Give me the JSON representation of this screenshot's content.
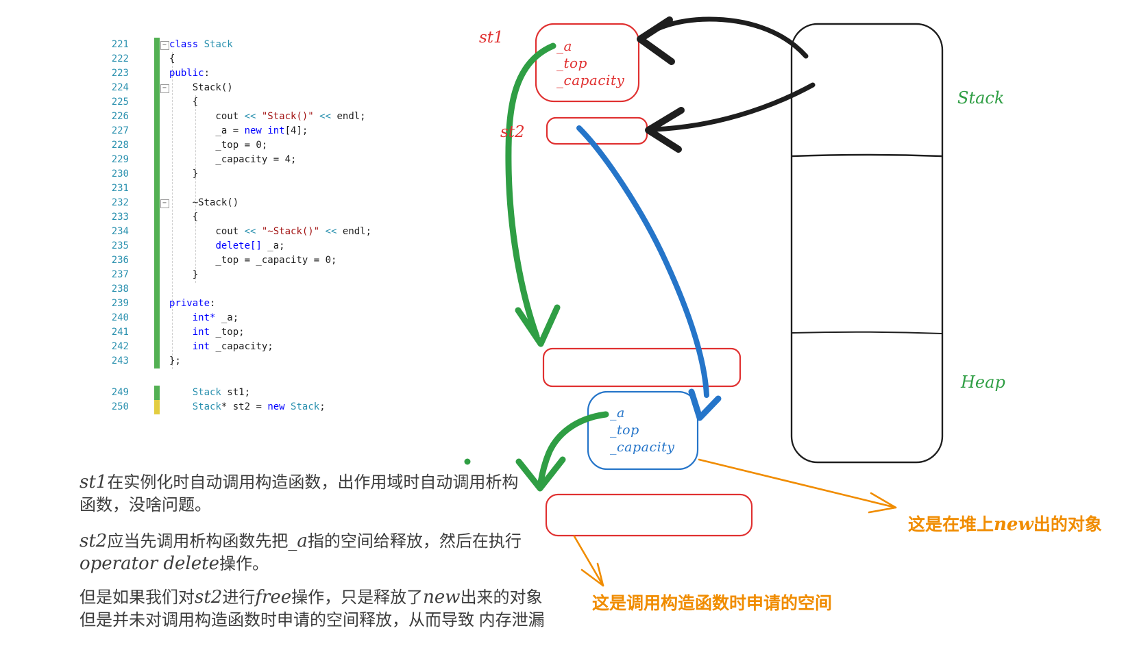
{
  "editor": {
    "lines": [
      {
        "n": "221",
        "g": "green",
        "f": 1,
        "segs": [
          [
            "kw",
            "class"
          ],
          [
            "pl",
            " "
          ],
          [
            "ty",
            "Stack"
          ]
        ]
      },
      {
        "n": "222",
        "g": "green",
        "segs": [
          [
            "pl",
            "{"
          ]
        ]
      },
      {
        "n": "223",
        "g": "green",
        "segs": [
          [
            "kw",
            "public"
          ],
          [
            "pl",
            ":"
          ]
        ]
      },
      {
        "n": "224",
        "g": "green",
        "f": 1,
        "segs": [
          [
            "pl",
            "    Stack()"
          ]
        ]
      },
      {
        "n": "225",
        "g": "green",
        "segs": [
          [
            "pl",
            "    {"
          ]
        ]
      },
      {
        "n": "226",
        "g": "green",
        "segs": [
          [
            "pl",
            "        cout "
          ],
          [
            "ty",
            "<<"
          ],
          [
            "pl",
            " "
          ],
          [
            "str",
            "\"Stack()\""
          ],
          [
            "pl",
            " "
          ],
          [
            "ty",
            "<<"
          ],
          [
            "pl",
            " endl;"
          ]
        ]
      },
      {
        "n": "227",
        "g": "green",
        "segs": [
          [
            "pl",
            "        _a = "
          ],
          [
            "kw",
            "new"
          ],
          [
            "pl",
            " "
          ],
          [
            "kw",
            "int"
          ],
          [
            "pl",
            "[4];"
          ]
        ]
      },
      {
        "n": "228",
        "g": "green",
        "segs": [
          [
            "pl",
            "        _top = 0;"
          ]
        ]
      },
      {
        "n": "229",
        "g": "green",
        "segs": [
          [
            "pl",
            "        _capacity = 4;"
          ]
        ]
      },
      {
        "n": "230",
        "g": "green",
        "segs": [
          [
            "pl",
            "    }"
          ]
        ]
      },
      {
        "n": "231",
        "g": "green",
        "segs": []
      },
      {
        "n": "232",
        "g": "green",
        "f": 1,
        "segs": [
          [
            "pl",
            "    ~Stack()"
          ]
        ]
      },
      {
        "n": "233",
        "g": "green",
        "segs": [
          [
            "pl",
            "    {"
          ]
        ]
      },
      {
        "n": "234",
        "g": "green",
        "segs": [
          [
            "pl",
            "        cout "
          ],
          [
            "ty",
            "<<"
          ],
          [
            "pl",
            " "
          ],
          [
            "str",
            "\"~Stack()\""
          ],
          [
            "pl",
            " "
          ],
          [
            "ty",
            "<<"
          ],
          [
            "pl",
            " endl;"
          ]
        ]
      },
      {
        "n": "235",
        "g": "green",
        "segs": [
          [
            "pl",
            "        "
          ],
          [
            "kw",
            "delete[]"
          ],
          [
            "pl",
            " _a;"
          ]
        ]
      },
      {
        "n": "236",
        "g": "green",
        "segs": [
          [
            "pl",
            "        _top = _capacity = 0;"
          ]
        ]
      },
      {
        "n": "237",
        "g": "green",
        "segs": [
          [
            "pl",
            "    }"
          ]
        ]
      },
      {
        "n": "238",
        "g": "green",
        "segs": []
      },
      {
        "n": "239",
        "g": "green",
        "segs": [
          [
            "kw",
            "private"
          ],
          [
            "pl",
            ":"
          ]
        ]
      },
      {
        "n": "240",
        "g": "green",
        "segs": [
          [
            "pl",
            "    "
          ],
          [
            "kw",
            "int*"
          ],
          [
            "pl",
            " _a;"
          ]
        ]
      },
      {
        "n": "241",
        "g": "green",
        "segs": [
          [
            "pl",
            "    "
          ],
          [
            "kw",
            "int"
          ],
          [
            "pl",
            " _top;"
          ]
        ]
      },
      {
        "n": "242",
        "g": "green",
        "segs": [
          [
            "pl",
            "    "
          ],
          [
            "kw",
            "int"
          ],
          [
            "pl",
            " _capacity;"
          ]
        ]
      },
      {
        "n": "243",
        "g": "green",
        "segs": [
          [
            "pl",
            "};"
          ]
        ]
      },
      {
        "n": "249",
        "g": "green",
        "gap": 1,
        "segs": [
          [
            "pl",
            "    "
          ],
          [
            "ty",
            "Stack"
          ],
          [
            "pl",
            " st1;"
          ]
        ]
      },
      {
        "n": "250",
        "g": "yellow",
        "segs": [
          [
            "pl",
            "    "
          ],
          [
            "ty",
            "Stack"
          ],
          [
            "pl",
            "* st2 = "
          ],
          [
            "kw",
            "new"
          ],
          [
            "pl",
            " "
          ],
          [
            "ty",
            "Stack"
          ],
          [
            "pl",
            ";"
          ]
        ]
      }
    ]
  },
  "diagram": {
    "st1_label": "st1",
    "st2_label": "st2",
    "stack_label": "Stack",
    "heap_label": "Heap",
    "st1_box": {
      "members": [
        "_a",
        "_top",
        "_capacity"
      ]
    },
    "heap_box": {
      "members": [
        "_a",
        "_top",
        "_capacity"
      ]
    },
    "caption_new_object": [
      [
        "",
        "这是在堆上"
      ],
      [
        "hw",
        "new"
      ],
      [
        "",
        "出的对象"
      ]
    ],
    "caption_ctor_space": [
      [
        "",
        "这是调用构造函数时申请的空间"
      ]
    ],
    "colors": {
      "red": "#e03131",
      "blue": "#2575c9",
      "green": "#2f9e44",
      "black": "#1e1e1e",
      "orange": "#f08c00",
      "gutter_saved": "#53b053",
      "gutter_modified": "#e3cd40",
      "keyword": "#0000ff",
      "type": "#2b91af",
      "string": "#a31515"
    }
  },
  "notes": {
    "p1l1": [
      [
        "hw",
        "st1"
      ],
      [
        "",
        "在实例化时自动调用构造函数，出作用域时自动调用析构"
      ]
    ],
    "p1l2": [
      [
        "",
        "函数，没啥问题。"
      ]
    ],
    "p2l1": [
      [
        "hw",
        "st2"
      ],
      [
        "",
        "应当先调用析构函数先把"
      ],
      [
        "hw",
        "_a"
      ],
      [
        "",
        "指的空间给释放，然后在执行"
      ]
    ],
    "p2l2": [
      [
        "hw",
        "operator delete"
      ],
      [
        "",
        "操作。"
      ]
    ],
    "p3l1": [
      [
        "",
        "但是如果我们对"
      ],
      [
        "hw",
        "st2"
      ],
      [
        "",
        "进行"
      ],
      [
        "hw",
        "free"
      ],
      [
        "",
        "操作，只是释放了"
      ],
      [
        "hw",
        "new"
      ],
      [
        "",
        "出来的对象"
      ]
    ],
    "p3l2": [
      [
        "",
        "但是并未对调用构造函数时申请的空间释放，从而导致 内存泄漏"
      ]
    ]
  }
}
